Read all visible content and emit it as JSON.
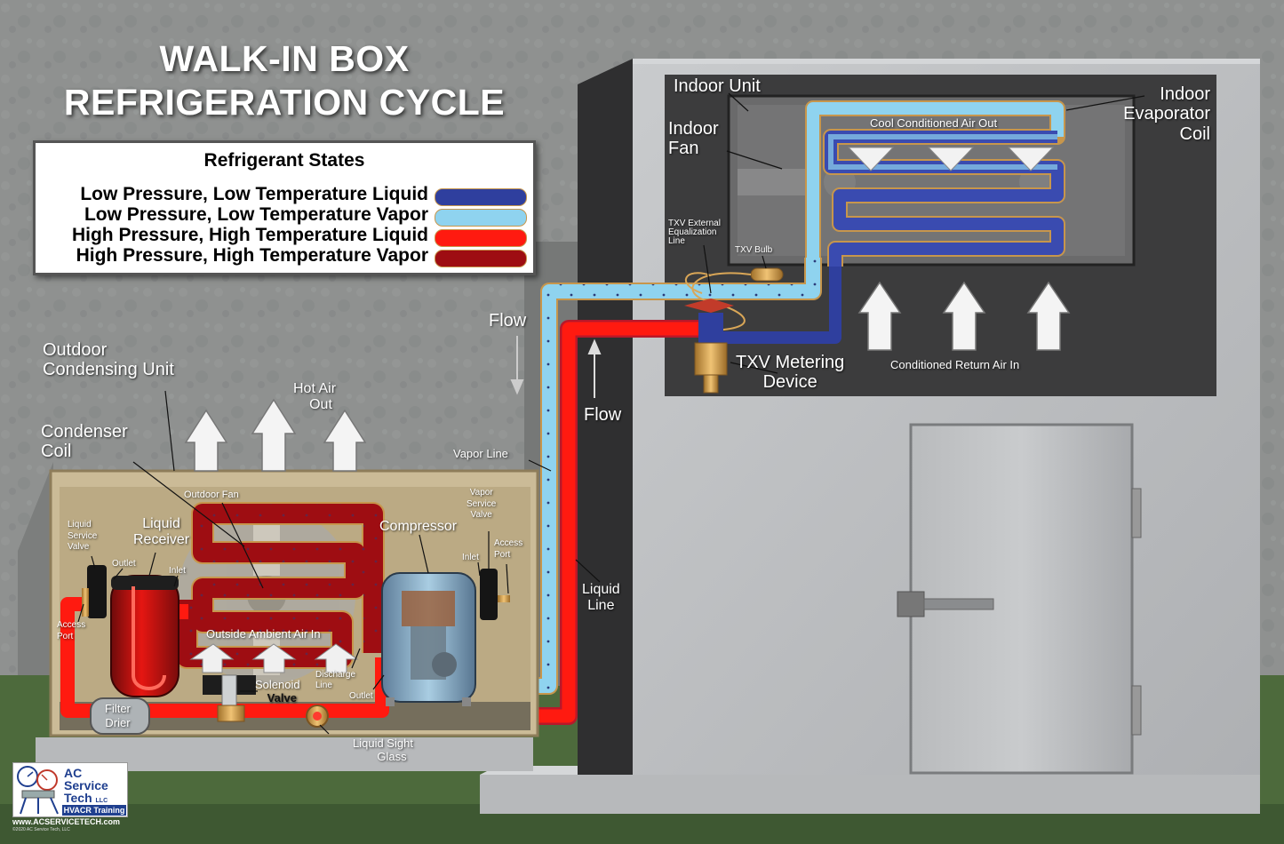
{
  "title": {
    "line1": "WALK-IN BOX",
    "line2": "REFRIGERATION CYCLE"
  },
  "legend": {
    "title": "Refrigerant States",
    "items": [
      {
        "label": "Low Pressure, Low Temperature Liquid",
        "color": "#2f3f9e"
      },
      {
        "label": "Low Pressure, Low Temperature Vapor",
        "color": "#8fd3ef"
      },
      {
        "label": "High Pressure, High Temperature Liquid",
        "color": "#ff1a10"
      },
      {
        "label": "High Pressure, High Temperature Vapor",
        "color": "#9e0d12"
      }
    ]
  },
  "labels": {
    "outdoor_unit": [
      "Outdoor",
      "Condensing Unit"
    ],
    "hot_air_out": [
      "Hot Air",
      "Out"
    ],
    "condenser_coil": [
      "Condenser",
      "Coil"
    ],
    "outdoor_fan": "Outdoor Fan",
    "liquid_service_valve": [
      "Liquid",
      "Service",
      "Valve"
    ],
    "outlet_receiver": "Outlet",
    "inlet_receiver": "Inlet",
    "liquid_receiver": [
      "Liquid",
      "Receiver"
    ],
    "access_port_left": [
      "Access",
      "Port"
    ],
    "outside_ambient_air": "Outside Ambient Air In",
    "solenoid_valve": [
      "Solenoid",
      "Valve"
    ],
    "discharge_line": [
      "Discharge",
      "Line"
    ],
    "outlet_compressor": "Outlet",
    "compressor": "Compressor",
    "inlet_compressor": "Inlet",
    "vapor_service_valve": [
      "Vapor",
      "Service",
      "Valve"
    ],
    "access_port_right": [
      "Access",
      "Port"
    ],
    "filter_drier": [
      "Filter",
      "Drier"
    ],
    "liquid_sight_glass": [
      "Liquid Sight",
      "Glass"
    ],
    "flow_down": "Flow",
    "flow_up": "Flow",
    "vapor_line": "Vapor Line",
    "liquid_line": [
      "Liquid",
      "Line"
    ],
    "indoor_unit": "Indoor Unit",
    "indoor_fan": [
      "Indoor",
      "Fan"
    ],
    "cool_air_out": "Cool Conditioned Air Out",
    "indoor_evaporator_coil": [
      "Indoor",
      "Evaporator",
      "Coil"
    ],
    "txv_equalization": [
      "TXV External",
      "Equalization",
      "Line"
    ],
    "txv_bulb": "TXV Bulb",
    "txv_metering": [
      "TXV Metering",
      "Device"
    ],
    "return_air_in": "Conditioned Return Air In"
  },
  "logo": {
    "name": [
      "AC",
      "Service",
      "Tech"
    ],
    "llc": "LLC",
    "sub": "HVACR Training",
    "url": "www.ACSERVICETECH.com",
    "copyright": "©2020 AC Service Tech, LLC"
  },
  "colors": {
    "wall": "#8d8f8e",
    "grass": "#4d6a3c",
    "box_wall": "#bfc1c3",
    "unit_cabinet": "#cbbb97",
    "lplt_liquid": "#2f3f9e",
    "lplt_vapor": "#8fd3ef",
    "hpht_liquid": "#ff1a10",
    "hpht_vapor": "#9e0d12"
  }
}
